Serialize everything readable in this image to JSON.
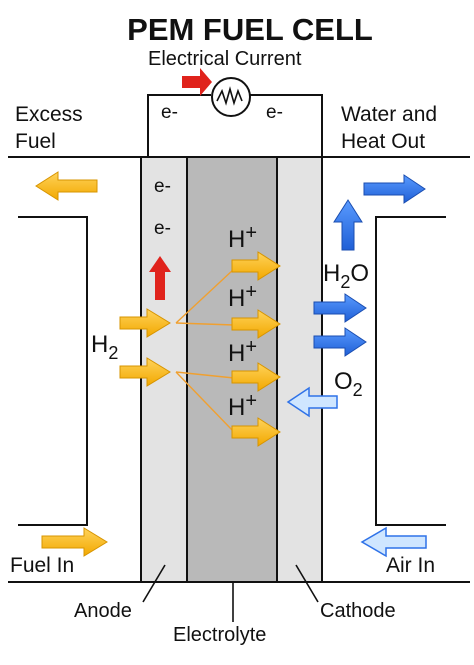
{
  "title": "PEM FUEL CELL",
  "labels": {
    "electrical_current": "Electrical Current",
    "excess_fuel_line1": "Excess",
    "excess_fuel_line2": "Fuel",
    "water_heat_line1": "Water and",
    "water_heat_line2": "Heat Out",
    "fuel_in": "Fuel In",
    "air_in": "Air In",
    "anode": "Anode",
    "electrolyte": "Electrolyte",
    "cathode": "Cathode",
    "electron": "e-",
    "proton": "H",
    "proton_charge": "+",
    "hydrogen": "H",
    "hydrogen_sub": "2",
    "water_h": "H",
    "water_sub": "2",
    "water_o": "O",
    "oxygen": "O",
    "oxygen_sub": "2"
  },
  "colors": {
    "fuel_arrow": "#f5b31a",
    "water_arrow": "#2f72e8",
    "air_arrow": "#cfe6ff",
    "air_arrow_stroke": "#2f72e8",
    "electron_arrow": "#e0231c",
    "electrode": "#e3e3e3",
    "electrolyte": "#b9b9b9",
    "proton_path": "#f0a030",
    "line": "#111111"
  },
  "icons": [
    "ac-source-icon",
    "arrow-icon"
  ]
}
